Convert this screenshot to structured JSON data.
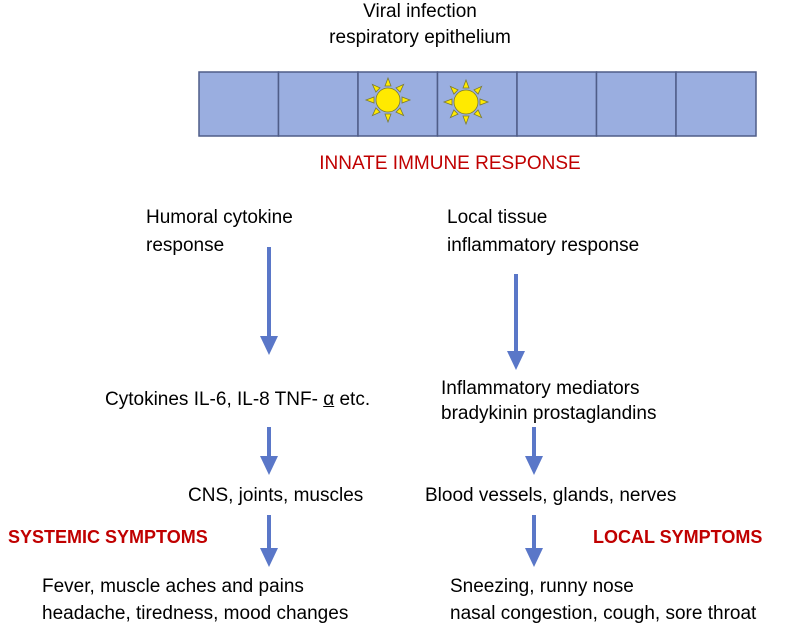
{
  "header": {
    "line1": "Viral infection",
    "line2": "respiratory epithelium"
  },
  "epithelium": {
    "cell_count": 7,
    "infected_cells": [
      3,
      4
    ]
  },
  "innate_label": "INNATE IMMUNE RESPONSE",
  "left_branch": {
    "heading_line1": "Humoral cytokine",
    "heading_line2": "response",
    "mediators_prefix": "Cytokines IL-6, IL-8 TNF- ",
    "mediators_alpha": "α",
    "mediators_suffix": " etc.",
    "targets": "CNS, joints, muscles",
    "symptom_label": "SYSTEMIC SYMPTOMS",
    "symptoms_line1": "Fever, muscle aches and pains",
    "symptoms_line2": "headache, tiredness, mood changes"
  },
  "right_branch": {
    "heading_line1": "Local tissue",
    "heading_line2": "inflammatory response",
    "mediators_line1": "Inflammatory mediators",
    "mediators_line2": "bradykinin prostaglandins",
    "targets": "Blood vessels, glands, nerves",
    "symptom_label": "LOCAL SYMPTOMS",
    "symptoms_line1": "Sneezing, runny nose",
    "symptoms_line2": "nasal congestion, cough, sore throat"
  },
  "colors": {
    "cell_fill": "#9aaee0",
    "cell_border": "#4f5d88",
    "arrow": "#5a77c8",
    "label_red": "#c00000",
    "virus_fill": "#ffea00"
  }
}
